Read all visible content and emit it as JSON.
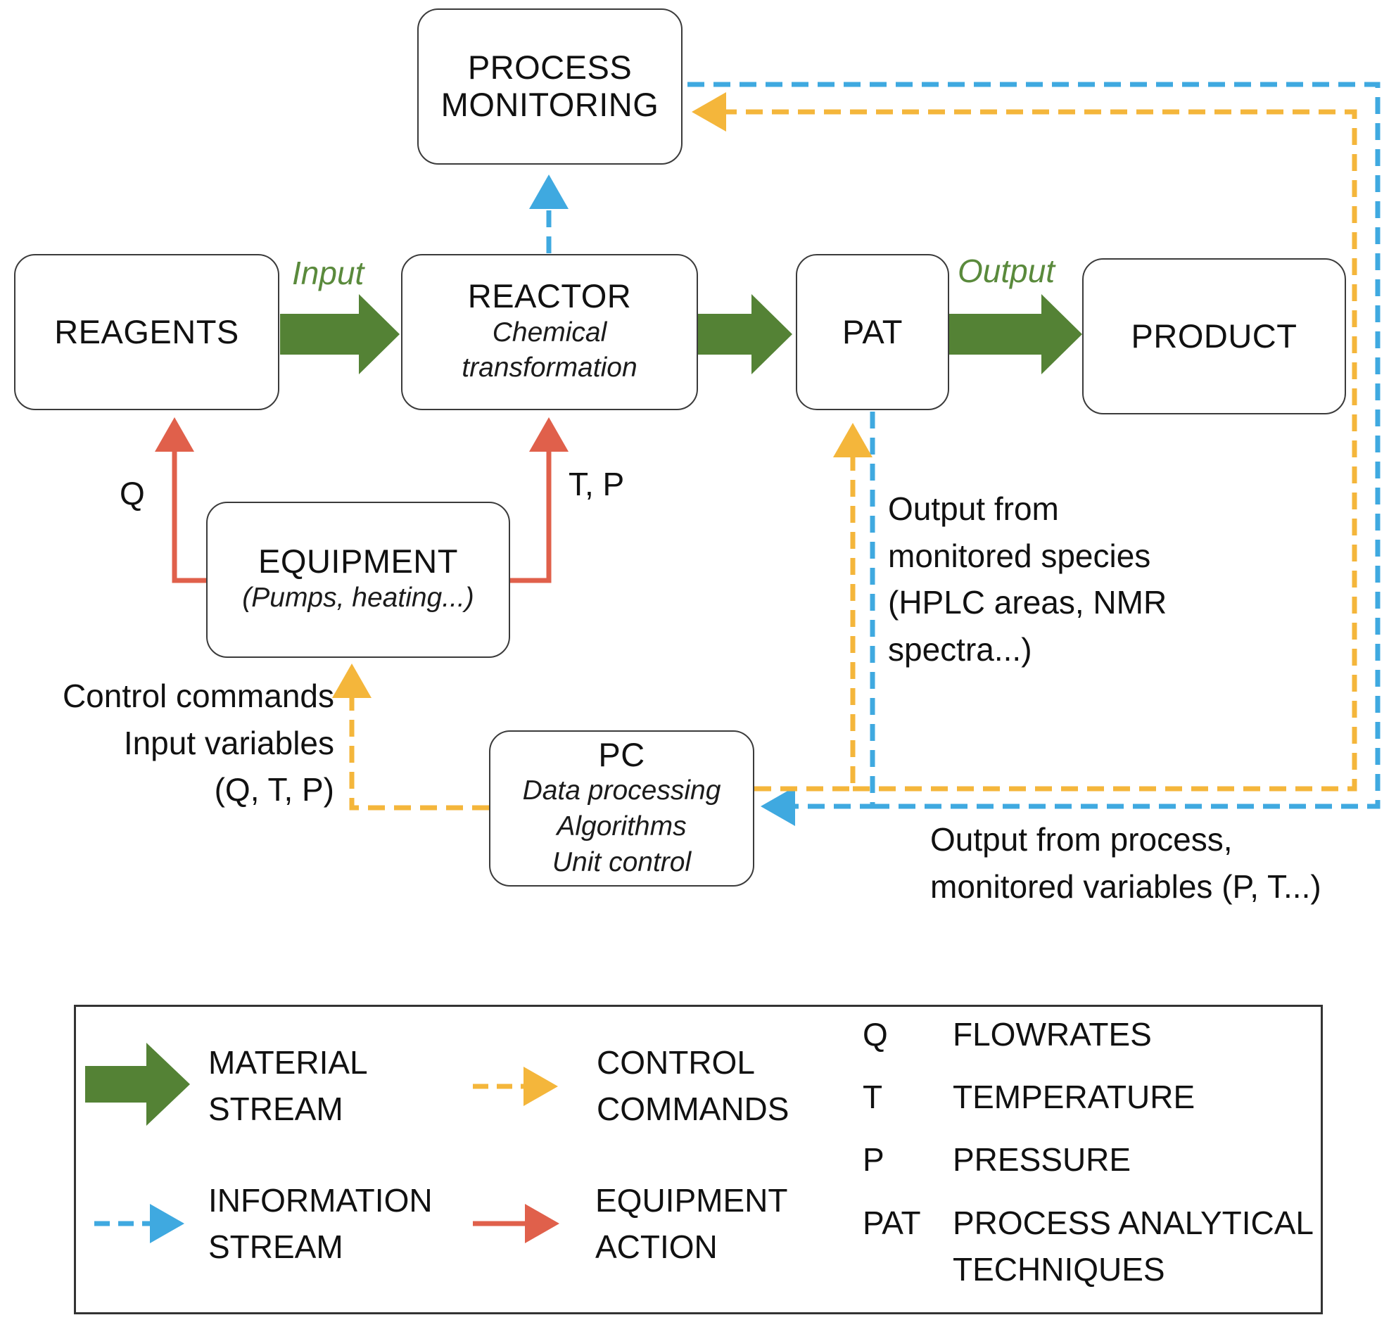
{
  "colors": {
    "material": "#548235",
    "information": "#3fa9e0",
    "control": "#f4b63b",
    "equipment": "#e0604b",
    "text_accent": "#5a8a3c"
  },
  "boxes": {
    "process_monitoring": {
      "line1": "PROCESS",
      "line2": "MONITORING"
    },
    "reagents": {
      "title": "REAGENTS"
    },
    "reactor": {
      "title": "REACTOR",
      "sub1": "Chemical",
      "sub2": "transformation"
    },
    "pat": {
      "title": "PAT"
    },
    "product": {
      "title": "PRODUCT"
    },
    "equipment": {
      "title": "EQUIPMENT",
      "sub": "(Pumps, heating...)"
    },
    "pc": {
      "title": "PC",
      "sub1": "Data processing",
      "sub2": "Algorithms",
      "sub3": "Unit control"
    }
  },
  "labels": {
    "input": "Input",
    "output": "Output",
    "q": "Q",
    "tp": "T, P",
    "monitored_species": [
      "Output from",
      "monitored species",
      "(HPLC areas, NMR",
      "spectra...)"
    ],
    "control_commands": [
      "Control commands",
      "Input variables",
      "(Q, T, P)"
    ],
    "process_output": [
      "Output from process,",
      "monitored variables (P, T...)"
    ]
  },
  "legend": {
    "material": [
      "MATERIAL",
      "STREAM"
    ],
    "control": [
      "CONTROL",
      "COMMANDS"
    ],
    "information": [
      "INFORMATION",
      "STREAM"
    ],
    "equipment": [
      "EQUIPMENT",
      "ACTION"
    ],
    "abbreviations": [
      {
        "abbr": "Q",
        "meaning": "FLOWRATES"
      },
      {
        "abbr": "T",
        "meaning": "TEMPERATURE"
      },
      {
        "abbr": "P",
        "meaning": "PRESSURE"
      },
      {
        "abbr": "PAT",
        "meaning": "PROCESS ANALYTICAL",
        "meaning2": "TECHNIQUES"
      }
    ]
  }
}
